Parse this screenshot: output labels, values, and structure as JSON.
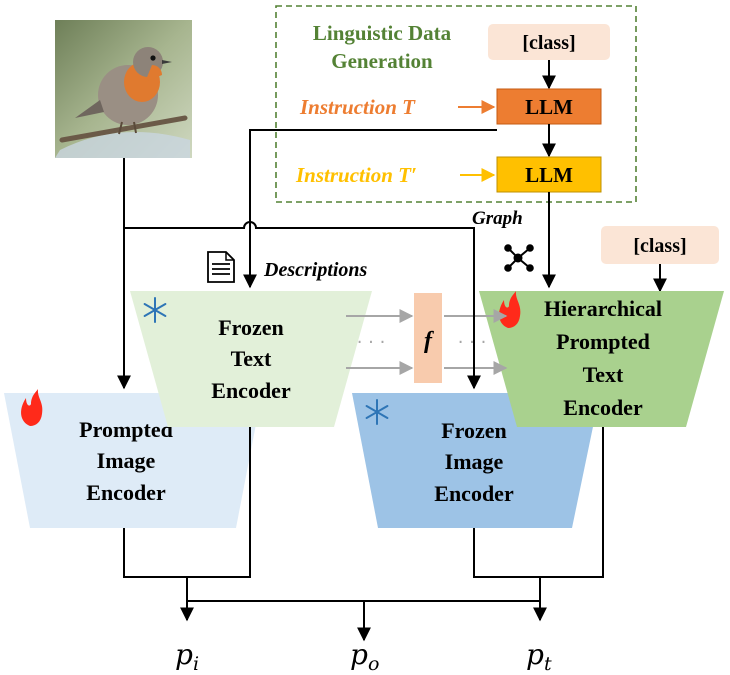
{
  "linguistic_box": {
    "title_line1": "Linguistic Data",
    "title_line2": "Generation",
    "class_label": "[class]",
    "instruction_t": "Instruction T",
    "instruction_t_prime": "Instruction T′",
    "llm_1": "LLM",
    "llm_2": "LLM"
  },
  "graph_label": "Graph",
  "descriptions_label": "Descriptions",
  "class_label_2": "[class]",
  "frozen_text_encoder": [
    "Frozen",
    "Text",
    "Encoder"
  ],
  "hierarchical_encoder": [
    "Hierarchical",
    "Prompted",
    "Text",
    "Encoder"
  ],
  "prompted_image_encoder": [
    "Prompted",
    "Image",
    "Encoder"
  ],
  "frozen_image_encoder": [
    "Frozen",
    "Image",
    "Encoder"
  ],
  "f_label": "f",
  "dots": "· · ·",
  "outputs": {
    "p_i": {
      "base": "p",
      "sub": "i"
    },
    "p_o": {
      "base": "p",
      "sub": "o"
    },
    "p_t": {
      "base": "p",
      "sub": "t"
    }
  },
  "colors": {
    "green_text": "#548235",
    "orange": "#ED7D31",
    "yellow": "#FFC000",
    "class_box": "#FBE5D6",
    "text_encoder": "#E2F0D9",
    "hier_encoder": "#A9D18E",
    "prompted_img": "#DEEBF7",
    "frozen_img": "#9DC3E6",
    "f_box": "#F8CBAD"
  }
}
